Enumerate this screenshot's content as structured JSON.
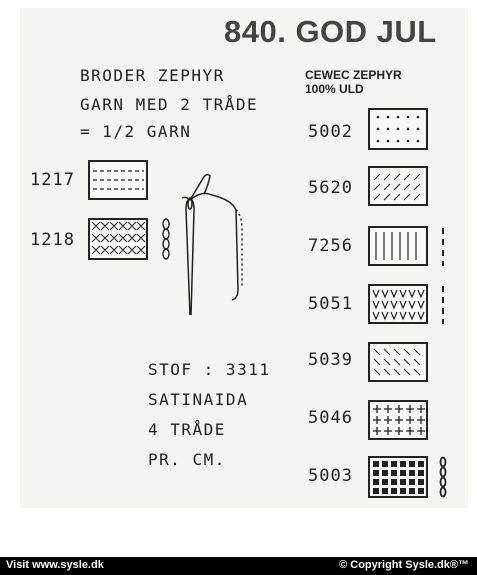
{
  "header": {
    "title": "840. GOD JUL"
  },
  "instructions": {
    "line1": "BRODER ZEPHYR",
    "line2": "GARN MED 2 TRÅDE",
    "line3": "= 1/2  GARN"
  },
  "yarn": {
    "brand_line1": "CEWEC ZEPHYR",
    "brand_line2": "100% ULD"
  },
  "left_swatches": [
    {
      "code": "1217"
    },
    {
      "code": "1218"
    }
  ],
  "fabric": {
    "line1": "STOF : 3311",
    "line2": "SATINAIDA",
    "line3": "4 TRÅDE",
    "line4": "PR. CM."
  },
  "right_swatches": [
    {
      "code": "5002",
      "symbol": "dots"
    },
    {
      "code": "5620",
      "symbol": "diagonal-dashes"
    },
    {
      "code": "7256",
      "symbol": "vertical-lines"
    },
    {
      "code": "5051",
      "symbol": "v-marks"
    },
    {
      "code": "5039",
      "symbol": "backslash-dashes"
    },
    {
      "code": "5046",
      "symbol": "plus-signs"
    },
    {
      "code": "5003",
      "symbol": "filled-squares"
    }
  ],
  "footer": {
    "left": "Visit www.sysle.dk",
    "right": "© Copyright Sysle.dk®™"
  }
}
